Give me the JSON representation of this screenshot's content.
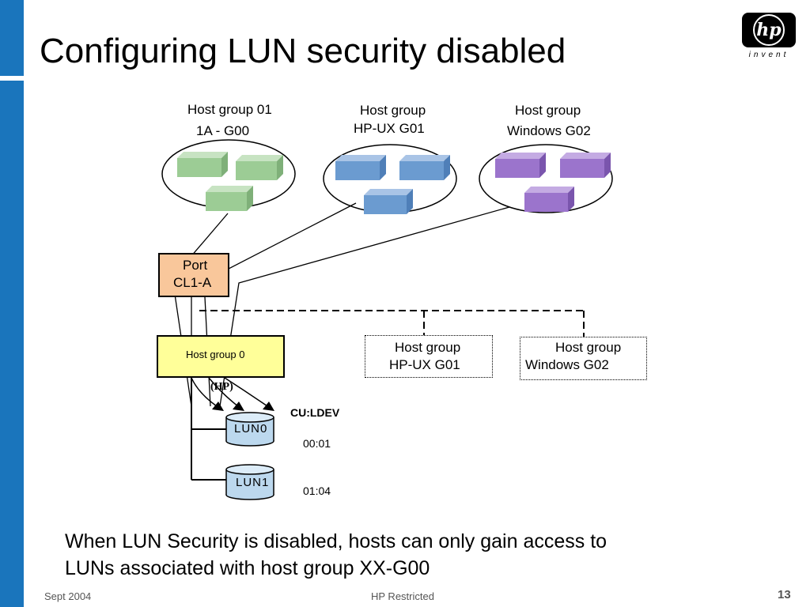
{
  "slide": {
    "title": "Configuring LUN security disabled",
    "logo": {
      "mark": "hp",
      "word": "invent"
    },
    "host_groups_top": [
      {
        "line1": "Host group 01",
        "line2": "1A - G00",
        "color": "#9ccc95"
      },
      {
        "line1": "Host group",
        "line2": "HP-UX G01",
        "color": "#6b9bd0"
      },
      {
        "line1": "Host group",
        "line2": "Windows G02",
        "color": "#9b74cc"
      }
    ],
    "port": {
      "line1": "Port",
      "line2": "CL1-A"
    },
    "host_group0": {
      "label": "Host group  0",
      "sub": "(HP)"
    },
    "dashed_groups": [
      {
        "line1": "Host group",
        "line2": "HP-UX G01"
      },
      {
        "line1": "Host group",
        "line2": "Windows G02"
      }
    ],
    "cu_ldev_header": "CU:LDEV",
    "luns": [
      {
        "name": "LUN0",
        "ldev": "00:01"
      },
      {
        "name": "LUN1",
        "ldev": "01:04"
      }
    ],
    "caption_line1": "When LUN Security is disabled, hosts can only gain access to",
    "caption_line2": "LUNs associated with host group XX-G00",
    "footer_left": "Sept 2004",
    "footer_center": "HP Restricted",
    "page_number": "13"
  }
}
